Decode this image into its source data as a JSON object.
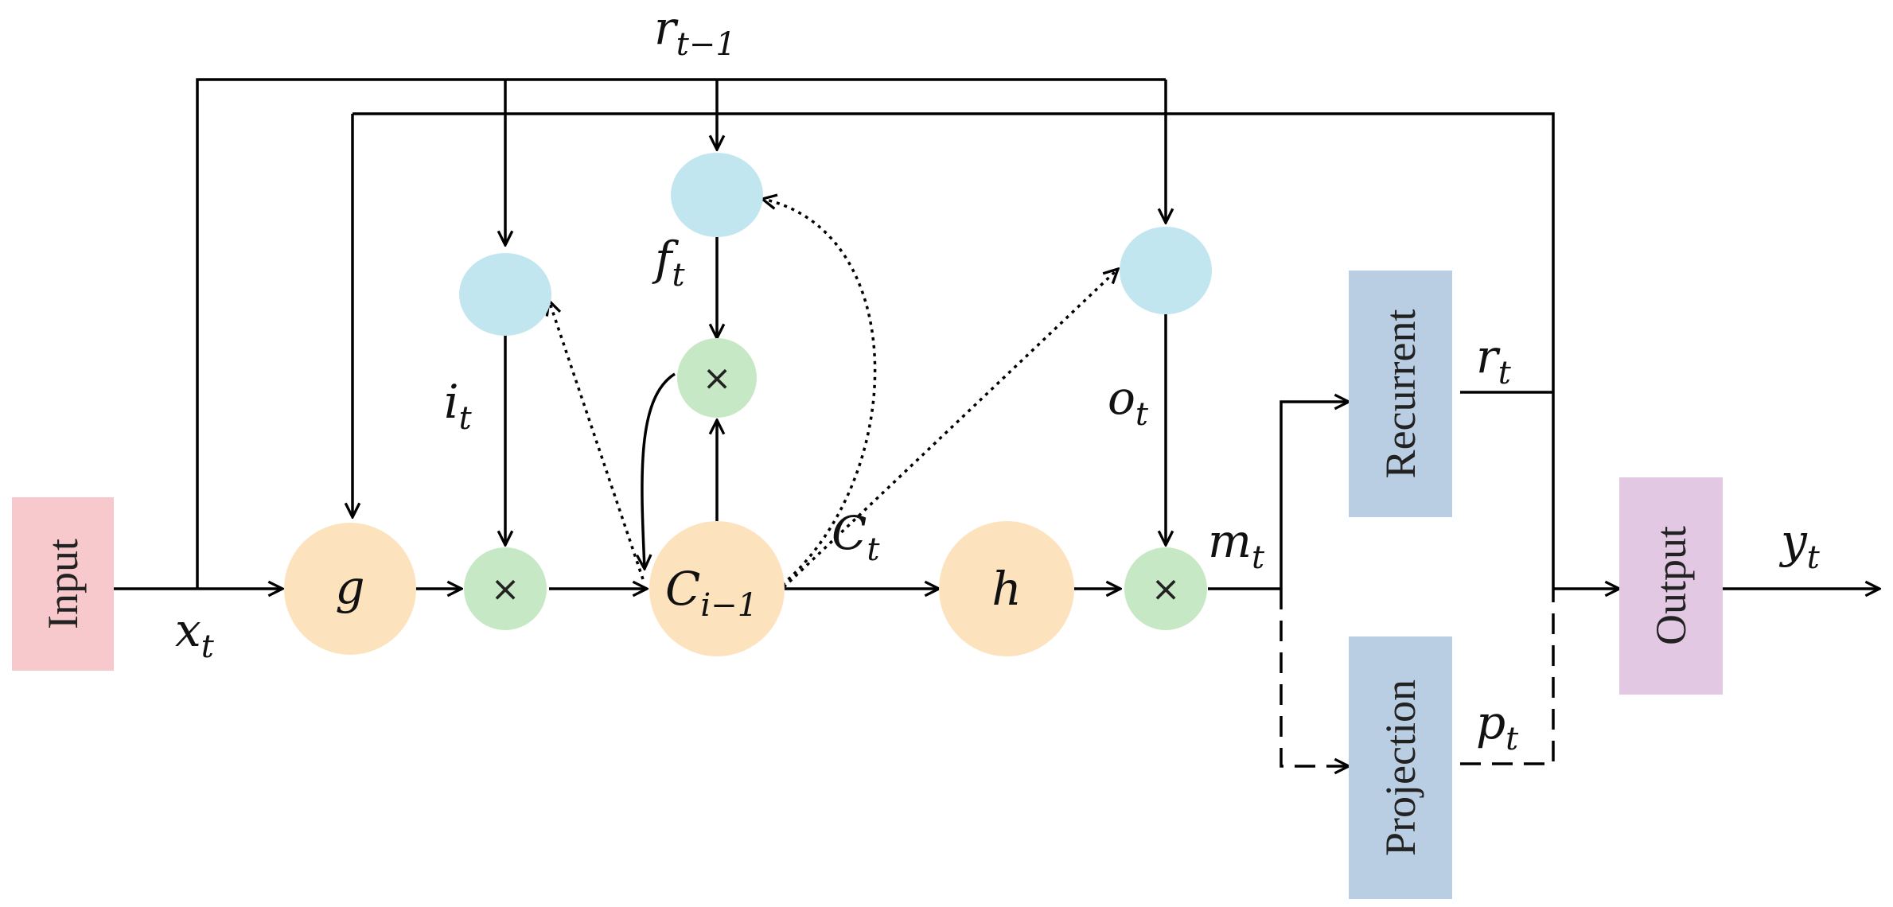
{
  "colors": {
    "gate": "#c2e6ef",
    "multiply": "#c7e8c4",
    "cell": "#fde3bd",
    "input_box": "#f7c9cd",
    "block_box": "#b9cde3",
    "output_box": "#e2c8e2",
    "line": "#000000"
  },
  "boxes": {
    "input": "Input",
    "recurrent": "Recurrent",
    "projection": "Projection",
    "output": "Output"
  },
  "nodes": {
    "g": "g",
    "h": "h",
    "cell_base": "C",
    "cell_sub": "i−1",
    "multiply_symbol": "×"
  },
  "labels": {
    "x": {
      "base": "x",
      "sub": "t"
    },
    "r_prev": {
      "base": "r",
      "sub": "t−1"
    },
    "i": {
      "base": "i",
      "sub": "t"
    },
    "f": {
      "base": "f",
      "sub": "t"
    },
    "o": {
      "base": "o",
      "sub": "t"
    },
    "c": {
      "base": "C",
      "sub": "t"
    },
    "m": {
      "base": "m",
      "sub": "t"
    },
    "r": {
      "base": "r",
      "sub": "t"
    },
    "p": {
      "base": "p",
      "sub": "t"
    },
    "y": {
      "base": "y",
      "sub": "t"
    }
  }
}
